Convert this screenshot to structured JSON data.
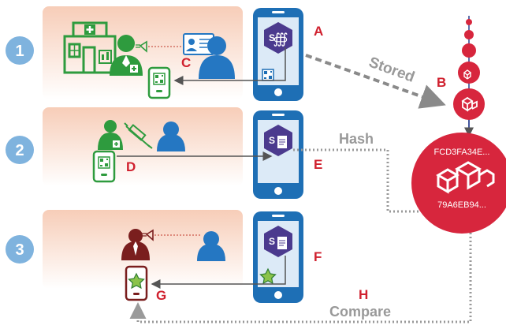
{
  "steps": {
    "s1": "1",
    "s2": "2",
    "s3": "3"
  },
  "letters": {
    "a": "A",
    "b": "B",
    "c": "C",
    "d": "D",
    "e": "E",
    "f": "F",
    "g": "G",
    "h": "H"
  },
  "annotations": {
    "stored": "Stored",
    "hash": "Hash",
    "compare": "Compare"
  },
  "blockchain": {
    "hash_top": "FCD3FA34E...",
    "hash_bottom": "79A6EB94..."
  },
  "colors": {
    "step_circle": "#7FB3DE",
    "panel_top": "#F9D5C4",
    "phone_frame": "#1E6FB5",
    "app_hexagon": "#4B3A8E",
    "pharmacy_green": "#2E9B3E",
    "inspector_red": "#7A1E1E",
    "chain_red": "#D7263D",
    "letter_red": "#D0202E",
    "person_blue": "#2577C2",
    "arrow_gray": "#8A8A8A"
  }
}
